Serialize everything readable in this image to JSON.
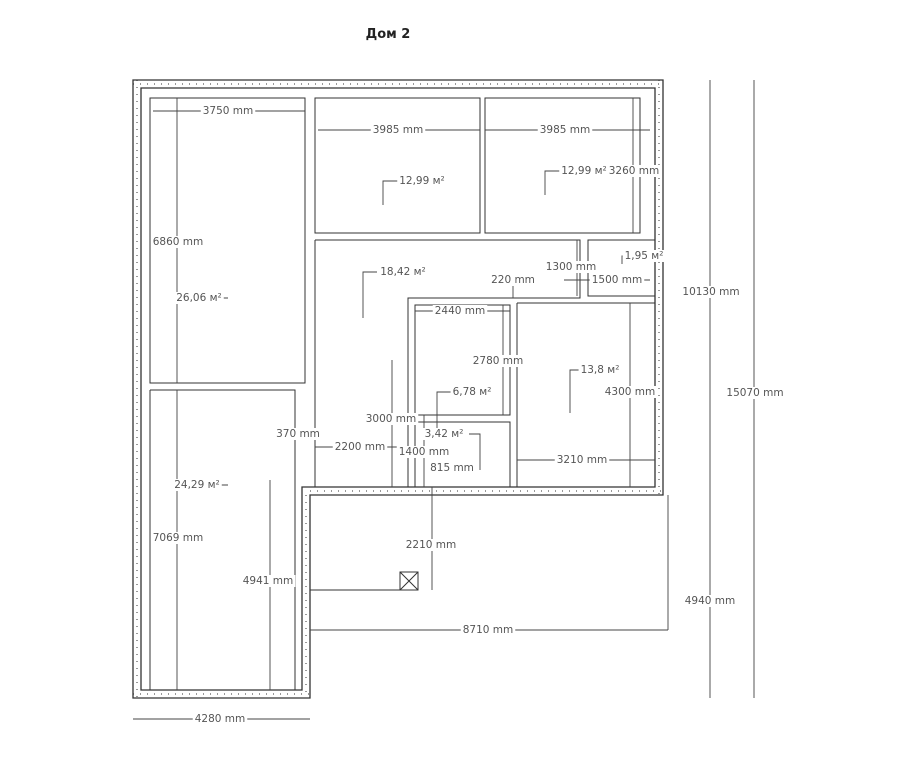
{
  "title": "Дом 2",
  "rooms": {
    "r1": "12,99 м²",
    "r2": "12,99 м²",
    "r3": "26,06 м²",
    "r4": "18,42 м²",
    "r5": "1,95 м²",
    "r6": "13,8 м²",
    "r7": "6,78 м²",
    "r8": "3,42 м²",
    "r9": "24,29 м²"
  },
  "dims": {
    "d3750": "3750 mm",
    "d3985a": "3985 mm",
    "d3985b": "3985 mm",
    "d3260": "3260 mm",
    "d6860": "6860 mm",
    "d1300": "1300 mm",
    "d220": "220 mm",
    "d1500": "1500 mm",
    "d2440": "2440 mm",
    "d2780": "2780 mm",
    "d4300": "4300 mm",
    "d3000": "3000 mm",
    "d370": "370 mm",
    "d2200": "2200 mm",
    "d1400": "1400 mm",
    "d815": "815 mm",
    "d3210": "3210 mm",
    "d10130": "10130 mm",
    "d15070": "15070 mm",
    "d7069": "7069 mm",
    "d2210": "2210 mm",
    "d4941": "4941 mm",
    "d4940": "4940 mm",
    "d8710": "8710 mm",
    "d4280": "4280 mm"
  }
}
